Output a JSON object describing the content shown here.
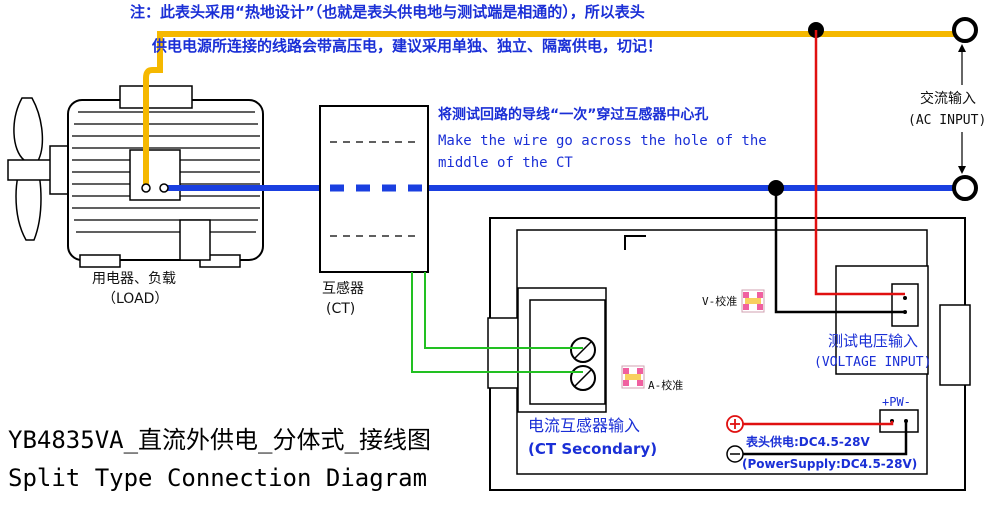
{
  "notes": {
    "warning_line1": "注：此表头采用“热地设计”（也就是表头供电地与测试端是相通的），所以表头",
    "warning_line2": "供电电源所连接的线路会带高压电，建议采用单独、独立、隔离供电，切记！",
    "ct_instruction_cn": "将测试回路的导线“一次”穿过互感器中心孔",
    "ct_instruction_en1": "Make the wire go across the hole of the",
    "ct_instruction_en2": "middle of the CT"
  },
  "labels": {
    "load_cn": "用电器、负载",
    "load_en": "（LOAD）",
    "ct_cn": "互感器",
    "ct_en": "(CT)",
    "ac_input_cn": "交流输入",
    "ac_input_en": "(AC INPUT)",
    "v_calib": "V-校准",
    "a_calib": "A-校准",
    "voltage_input_cn": "测试电压输入",
    "voltage_input_en": "(VOLTAGE INPUT)",
    "ct_secondary_cn": "电流互感器输入",
    "ct_secondary_en": "(CT Secondary)",
    "pw_label": "+PW-",
    "plus_symbol": "+",
    "minus_symbol": "−",
    "power_supply_cn": "表头供电:DC4.5-28V",
    "power_supply_en": "(PowerSupply:DC4.5-28V)"
  },
  "title": {
    "cn": "YB4835VA_直流外供电_分体式_接线图",
    "en": "Split Type Connection Diagram"
  },
  "colors": {
    "live_wire": "#f5b800",
    "neutral_wire": "#1a3fe0",
    "red_wire": "#e01010",
    "green_wire": "#22c022",
    "text_blue": "#1a2fd6"
  }
}
